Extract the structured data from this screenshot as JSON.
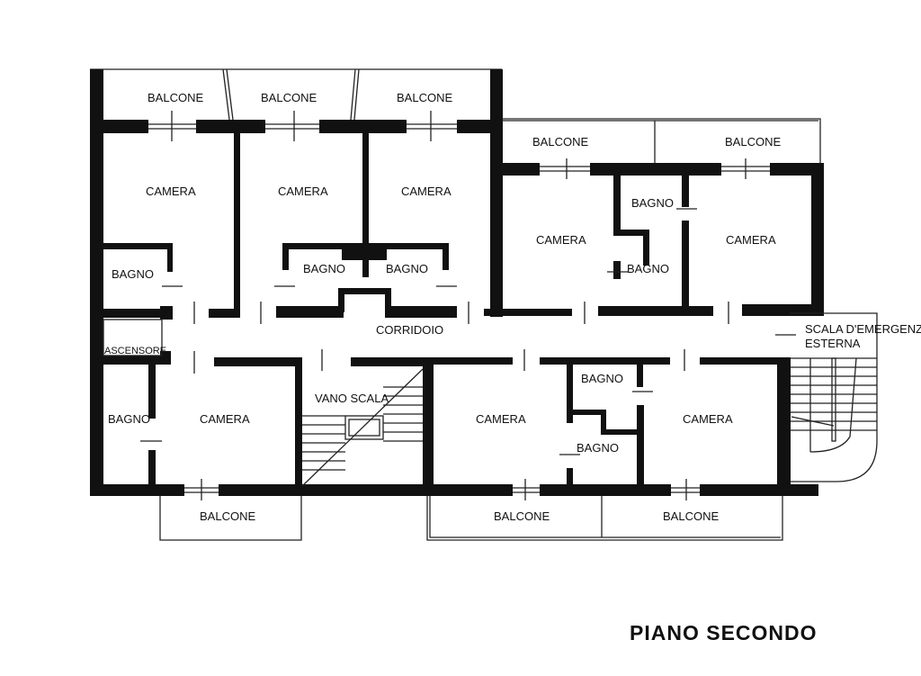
{
  "floor_title": "PIANO SECONDO",
  "labels": {
    "balcone_top_1": "BALCONE",
    "balcone_top_2": "BALCONE",
    "balcone_top_3": "BALCONE",
    "balcone_right_1": "BALCONE",
    "balcone_right_2": "BALCONE",
    "camera_1": "CAMERA",
    "camera_2": "CAMERA",
    "camera_3": "CAMERA",
    "camera_4": "CAMERA",
    "camera_5": "CAMERA",
    "bagno_1": "BAGNO",
    "bagno_2": "BAGNO",
    "bagno_3": "BAGNO",
    "bagno_4": "BAGNO",
    "bagno_5": "BAGNO",
    "corridoio": "CORRIDOIO",
    "ascensore": "ASCENSORE",
    "scala_emergenza_1": "SCALA D'EMERGENZA",
    "scala_emergenza_2": "ESTERNA",
    "bagno_6": "BAGNO",
    "camera_6": "CAMERA",
    "vano_scala": "VANO SCALA",
    "camera_7": "CAMERA",
    "bagno_7": "BAGNO",
    "bagno_8": "BAGNO",
    "camera_8": "CAMERA",
    "balcone_bottom_1": "BALCONE",
    "balcone_bottom_2": "BALCONE",
    "balcone_bottom_3": "BALCONE"
  }
}
